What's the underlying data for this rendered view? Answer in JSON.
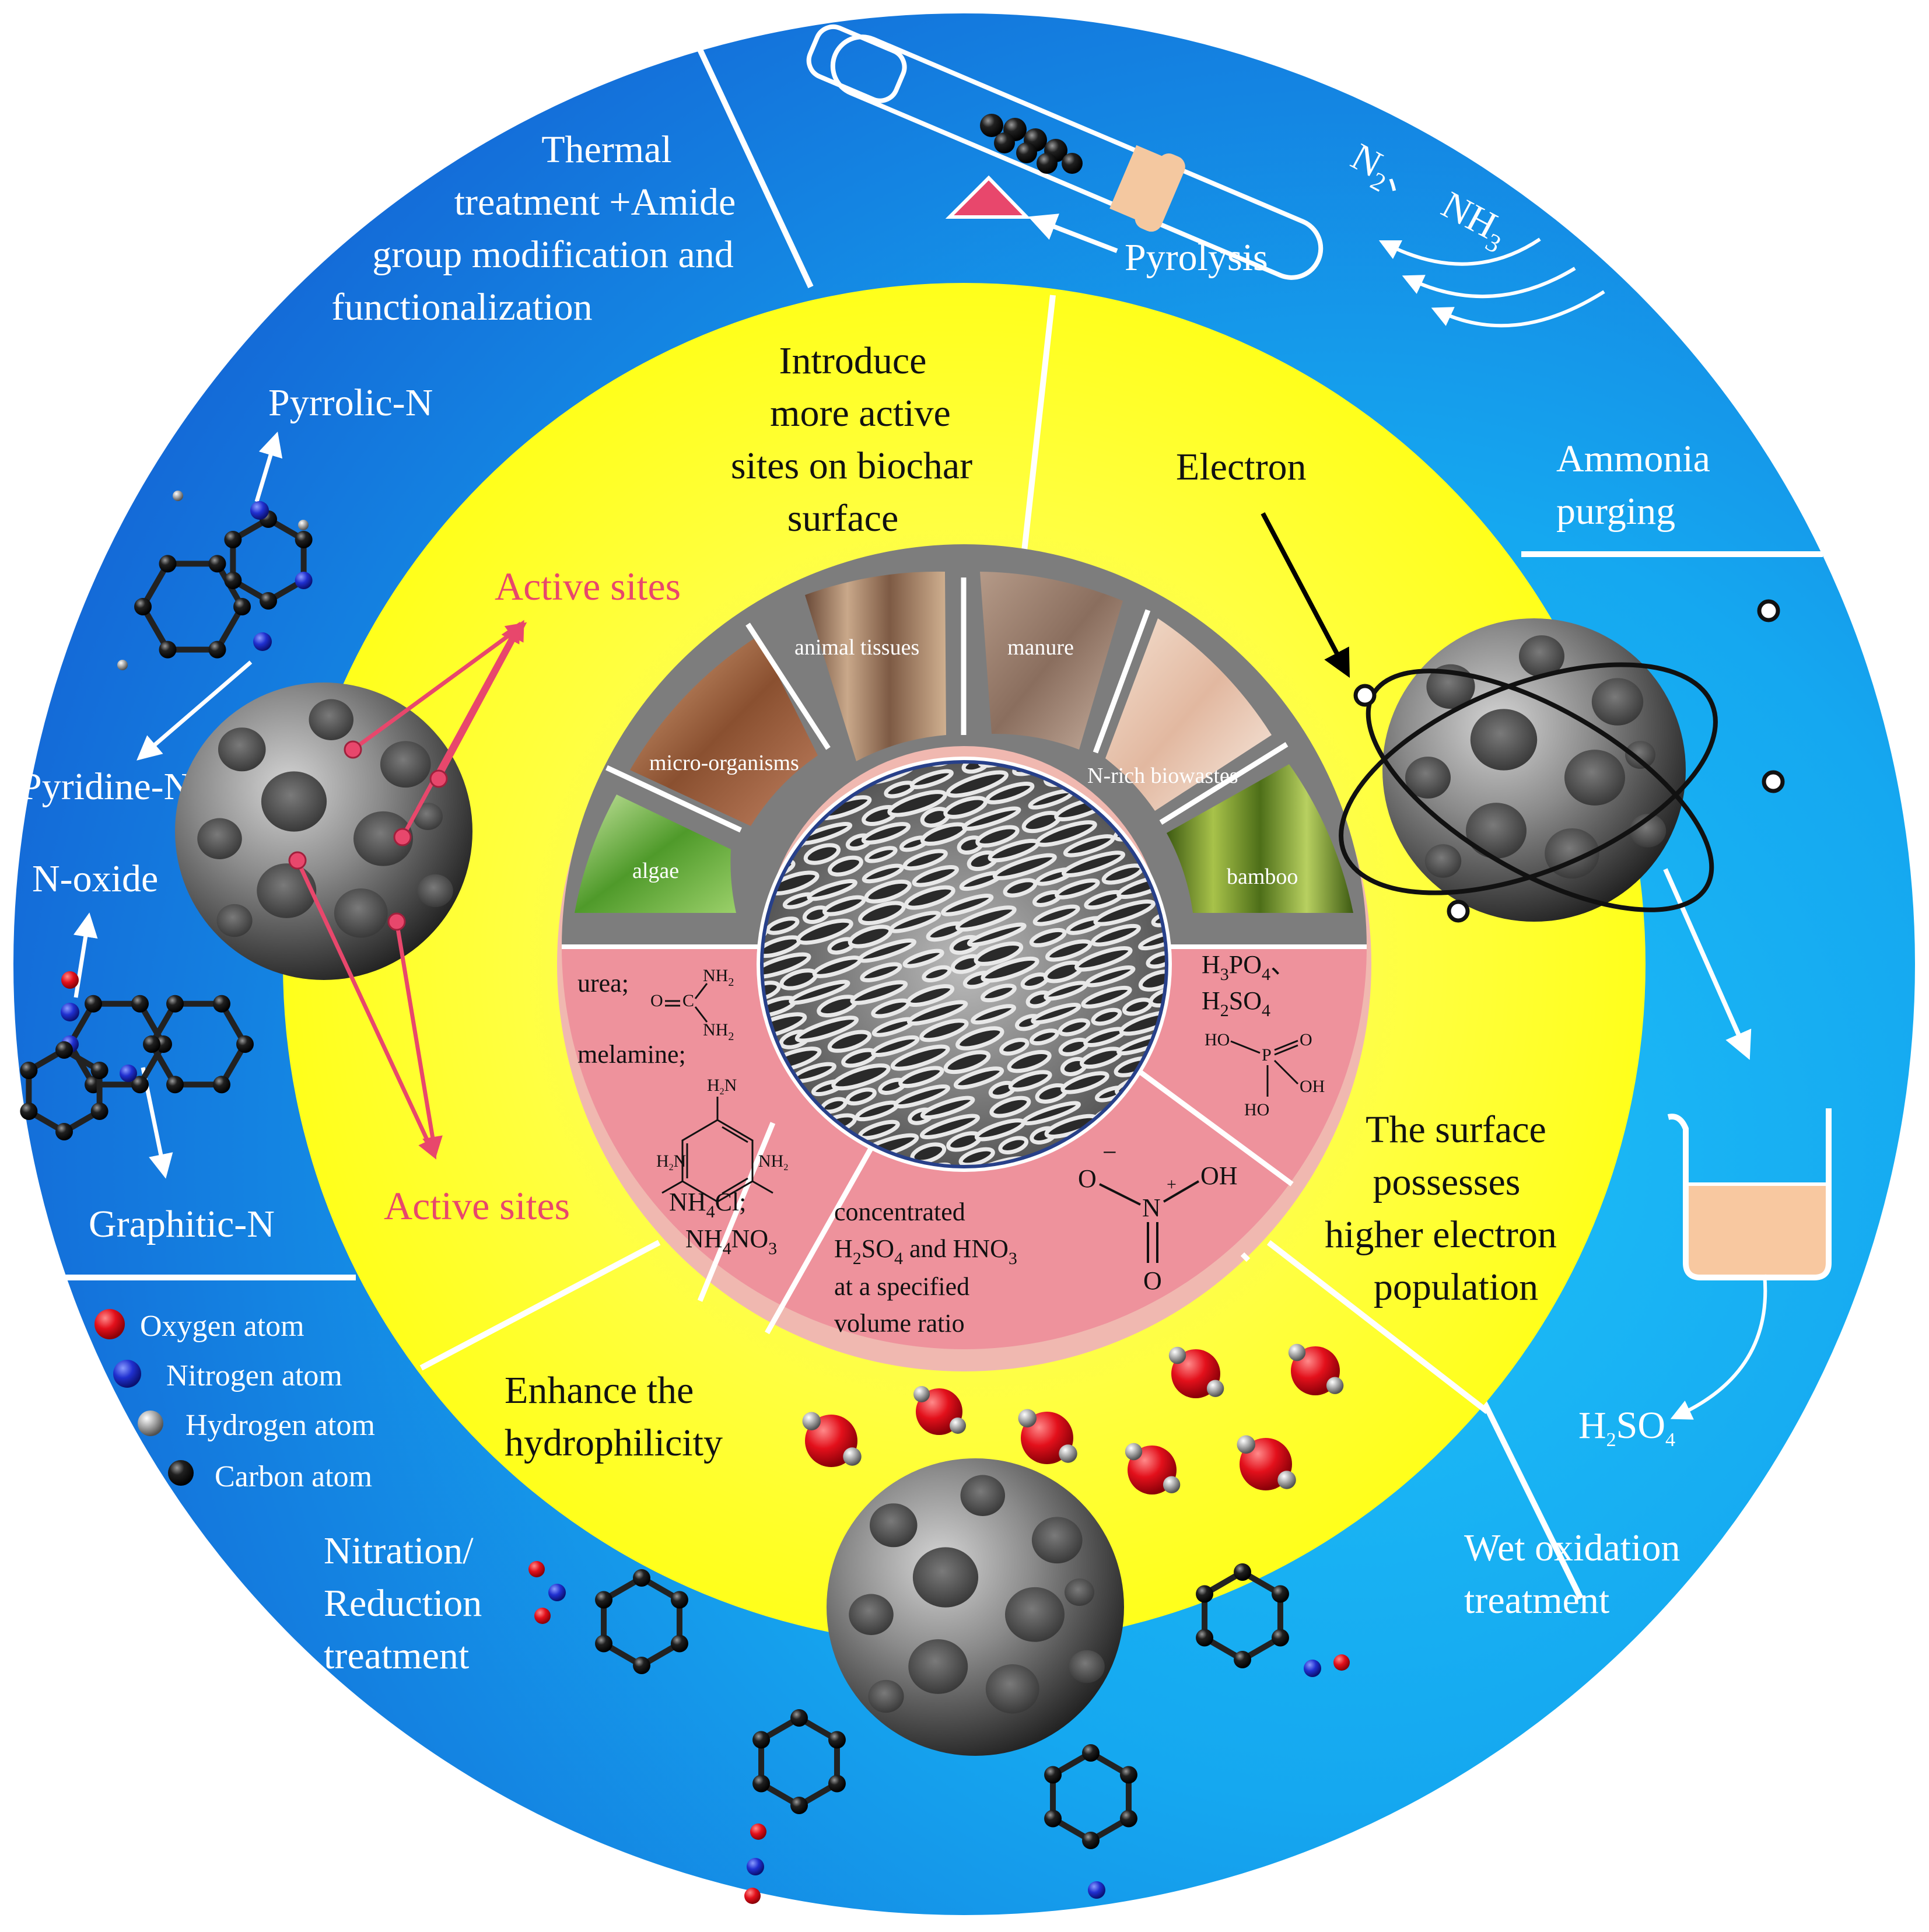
{
  "colors": {
    "outer_ring": "#1e7fe0",
    "outer_ring_light": "#18b4f2",
    "yellow_ring": "#ffff1e",
    "gray_band": "#7d7d7d",
    "pink_band": "#ee929c",
    "accent_pink": "#e8476c",
    "oxygen": "#e3101b",
    "nitrogen": "#2030d0",
    "carbon": "#111111",
    "hydrogen": "#9a9a9a"
  },
  "outer": {
    "thermal": [
      "Thermal",
      "treatment +Amide",
      "group modification and",
      "functionalization"
    ],
    "pyrolysis": "Pyrolysis",
    "gas_n2": "N",
    "gas_n2_sub": "2",
    "gas_sep": "、",
    "gas_nh3": "NH",
    "gas_nh3_sub": "3",
    "ammonia": [
      "Ammonia",
      "purging"
    ],
    "h2so4_a": "H",
    "h2so4_sub1": "2",
    "h2so4_b": "SO",
    "h2so4_sub2": "4",
    "wet": [
      "Wet oxidation",
      "treatment"
    ],
    "nitration": [
      "Nitration/",
      "Reduction",
      "treatment"
    ],
    "n_types": {
      "pyrrolic": "Pyrrolic-N",
      "pyridine": "Pyridine-N",
      "oxide": "N-oxide",
      "graphitic": "Graphitic-N"
    },
    "legend": [
      {
        "label": "Oxygen atom",
        "icon": "oxygen-atom-icon"
      },
      {
        "label": "Nitrogen atom",
        "icon": "nitrogen-atom-icon"
      },
      {
        "label": "Hydrogen atom",
        "icon": "hydrogen-atom-icon"
      },
      {
        "label": "Carbon atom",
        "icon": "carbon-atom-icon"
      }
    ]
  },
  "yellow": {
    "introduce": [
      "Introduce",
      "more active",
      "sites on biochar",
      "surface"
    ],
    "active_top": "Active sites",
    "active_bottom": "Active sites",
    "electron": "Electron",
    "surface": [
      "The surface",
      "possesses",
      "higher electron",
      "population"
    ],
    "hydro": [
      "Enhance the",
      "hydrophilicity"
    ]
  },
  "feedstocks": [
    "algae",
    "micro-organisms",
    "animal tissues",
    "manure",
    "N-rich biowastes",
    "bamboo"
  ],
  "reagents": {
    "urea": "urea;",
    "melamine": "melamine;",
    "nh4cl": "NH",
    "nh4cl_sub": "4",
    "nh4cl_b": "Cl;",
    "nh4no3": "NH",
    "nh4no3_sub": "4",
    "nh4no3_b": "NO",
    "nh4no3_sub2": "3",
    "h3po4": "H",
    "h3po4_sub": "3",
    "h3po4_b": "PO",
    "h3po4_sub2": "4",
    "h3po4_sep": "、",
    "h2so4": "H",
    "h2so4_sub": "2",
    "h2so4_b": "SO",
    "h2so4_sub2": "4",
    "conc": [
      "concentrated",
      "at a specified",
      "volume ratio"
    ],
    "conc_line2_a": "H",
    "conc_line2_s1": "2",
    "conc_line2_b": "SO",
    "conc_line2_s2": "4",
    "conc_line2_c": " and HNO",
    "conc_line2_s3": "3",
    "urea_nh2_top": "NH",
    "urea_nh2_bot": "NH",
    "urea_sub": "2",
    "urea_o": "O",
    "urea_c": "C",
    "mel_h2n": "H",
    "mel_n": "N",
    "mel_nh2": "NH",
    "p_ho1": "HO",
    "p_ho2": "HO",
    "p_p": "P",
    "p_o": "O",
    "p_oh": "OH",
    "no_o1": "O",
    "no_minus": "−",
    "no_plus": "+",
    "no_n": "N",
    "no_oh": "OH",
    "no_o2": "O"
  }
}
